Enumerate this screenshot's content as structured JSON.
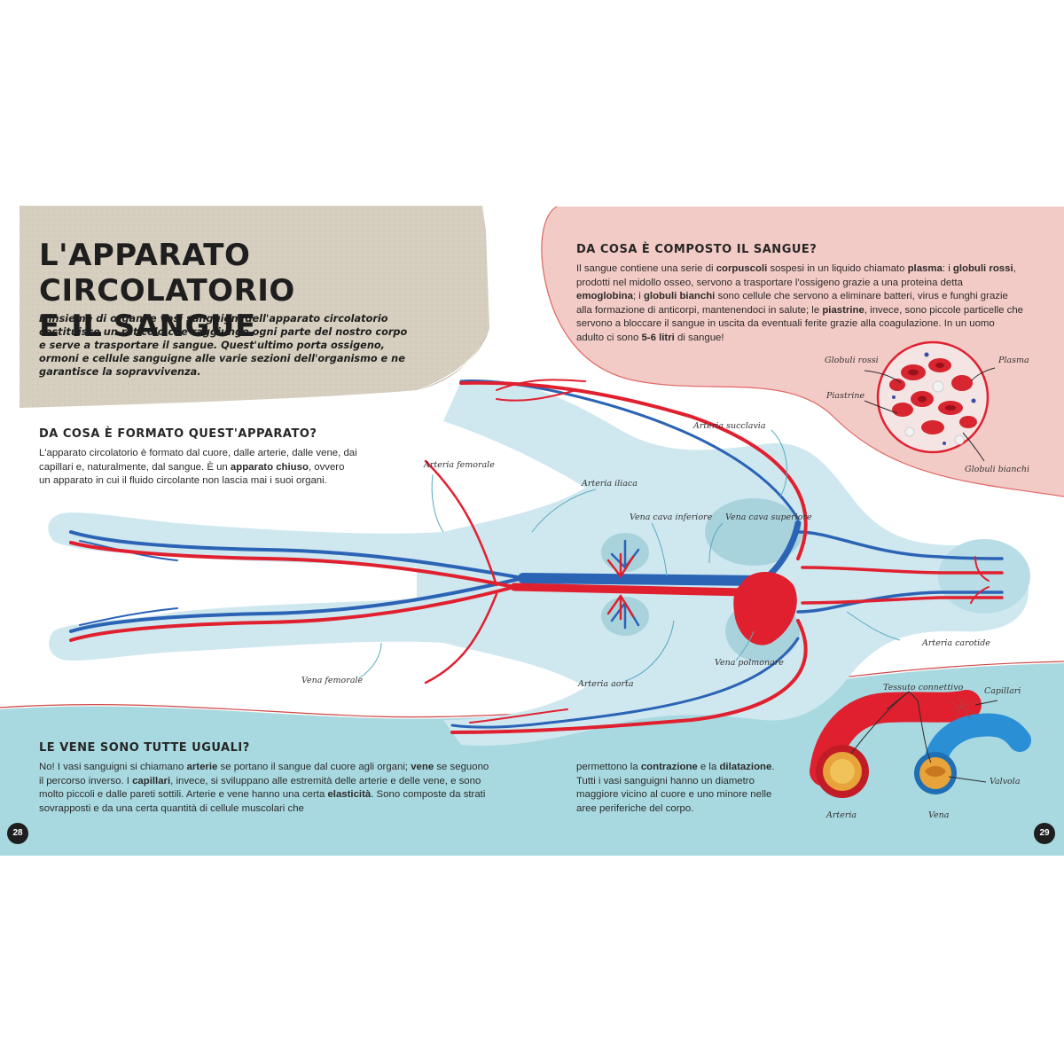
{
  "title": {
    "line1": "L'APPARATO CIRCOLATORIO",
    "line2": "E IL SANGUE"
  },
  "intro": "L'insieme di organi e vasi sanguigni dell'apparato circolatorio costituisce un reticolo che raggiunge ogni parte del nostro corpo e serve a trasportare il sangue. Quest'ultimo porta ossigeno, ormoni e cellule sanguigne alle varie sezioni dell'organismo e ne garantisce la sopravvivenza.",
  "section_formato": {
    "heading": "DA COSA È FORMATO QUEST'APPARATO?",
    "t1": "L'apparato circolatorio è formato dal cuore, dalle arterie, dalle vene, dai capillari e, naturalmente, dal sangue. È un ",
    "b1": "apparato chiuso",
    "t2": ", ovvero un apparato in cui il fluido circolante non lascia mai i suoi organi."
  },
  "section_sangue": {
    "heading": "DA COSA È COMPOSTO IL SANGUE?",
    "t1": "Il sangue contiene una serie di ",
    "b1": "corpuscoli",
    "t2": " sospesi in un liquido chiamato ",
    "b2": "plasma",
    "t3": ": i ",
    "b3": "globuli rossi",
    "t4": ", prodotti nel midollo osseo, servono a trasportare l'ossigeno grazie a una proteina detta ",
    "b4": "emoglobina",
    "t5": "; i ",
    "b5": "globuli bianchi",
    "t6": " sono cellule che servono a eliminare batteri, virus e funghi grazie alla formazione di anticorpi, mantenendoci in salute; le ",
    "b6": "piastrine",
    "t7": ", invece, sono piccole particelle che servono a bloccare il sangue in uscita da eventuali ferite grazie alla coagulazione. In un uomo adulto ci sono ",
    "b7": "5-6 litri",
    "t8": " di sangue!"
  },
  "section_vene": {
    "heading": "LE VENE SONO TUTTE UGUALI?",
    "t1": "No! I vasi sanguigni si chiamano ",
    "b1": "arterie",
    "t2": " se portano il sangue dal cuore agli organi; ",
    "b2": "vene",
    "t3": " se seguono il percorso inverso. I ",
    "b3": "capillari",
    "t4": ", invece, si sviluppano alle estremità delle arterie e delle vene, e sono molto piccoli e dalle pareti sottili. Arterie e vene hanno una certa ",
    "b4": "elasticità",
    "t5": ". Sono composte da strati sovrapposti e da una certa quantità di cellule muscolari che"
  },
  "section_vene_cont": {
    "t1": "permettono la ",
    "b1": "contrazione",
    "t2": " e la ",
    "b2": "dilatazione",
    "t3": ". Tutti i vasi sanguigni hanno un diametro maggiore vicino al cuore e uno minore nelle aree periferiche del corpo."
  },
  "blood_labels": {
    "globuli_rossi": "Globuli rossi",
    "plasma": "Plasma",
    "piastrine": "Piastrine",
    "globuli_bianchi": "Globuli bianchi"
  },
  "body_labels": {
    "arteria_succlavia": "Arteria succlavia",
    "arteria_femorale": "Arteria femorale",
    "arteria_iliaca": "Arteria iliaca",
    "vena_cava_inferiore": "Vena cava inferiore",
    "vena_cava_superiore": "Vena cava superiore",
    "vena_femorale": "Vena femorale",
    "arteria_aorta": "Arteria aorta",
    "vena_polmonare": "Vena polmonare",
    "arteria_carotide": "Arteria carotide"
  },
  "vessel_labels": {
    "tessuto_connettivo": "Tessuto connettivo",
    "capillari": "Capillari",
    "valvola": "Valvola",
    "arteria": "Arteria",
    "vena": "Vena"
  },
  "page_numbers": {
    "left": "28",
    "right": "29"
  },
  "colors": {
    "artery_red": "#e0202f",
    "vein_blue": "#2b63b5",
    "body_silhouette": "#cfe8f0",
    "teal_band": "#a9d9e0",
    "pink_panel": "#f3cbc6",
    "paper": "#d9d2c3"
  }
}
